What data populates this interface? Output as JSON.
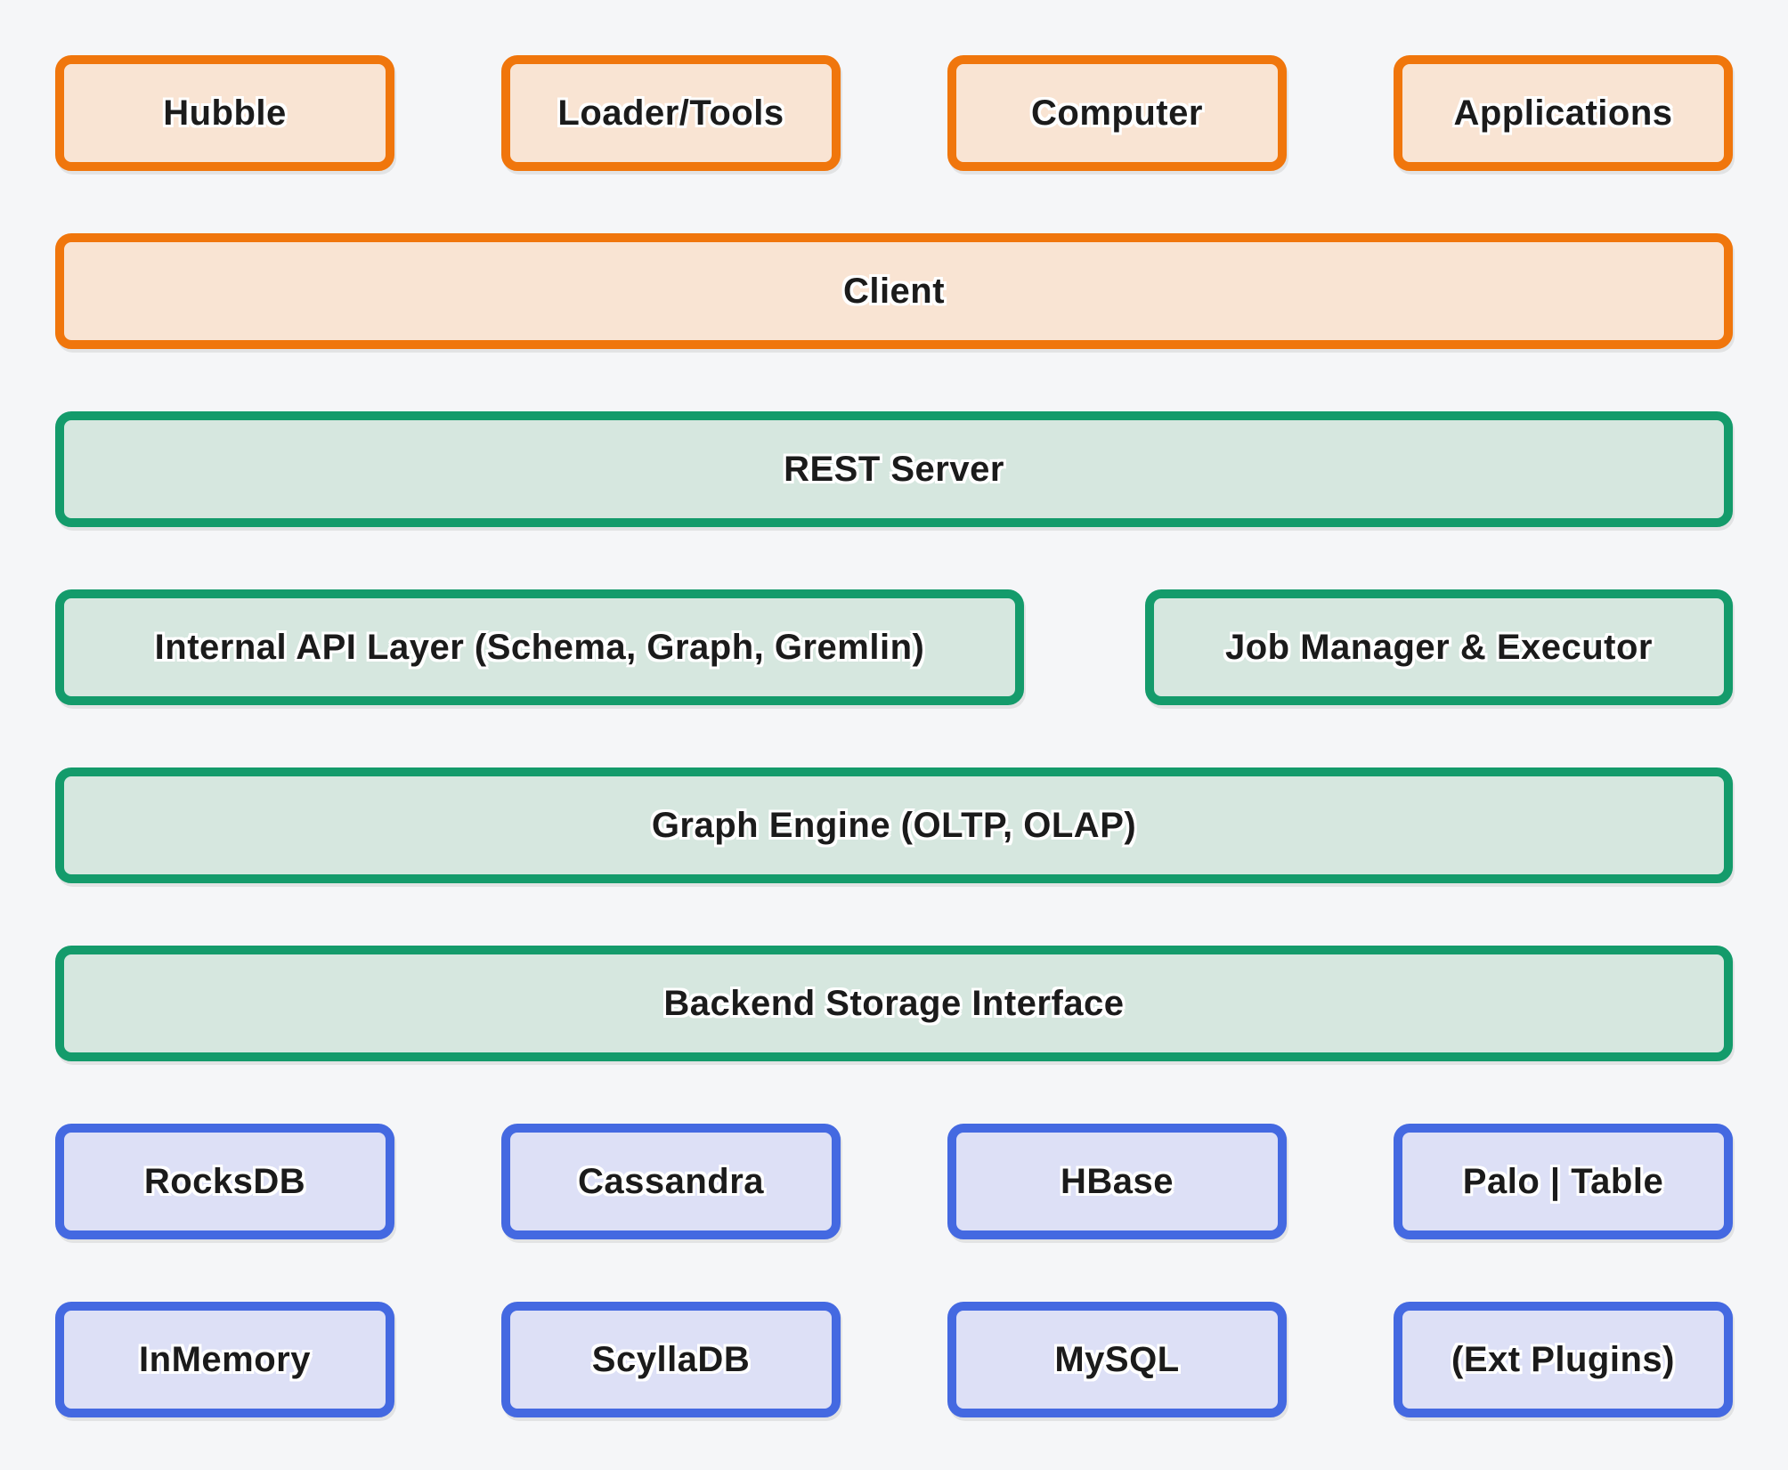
{
  "colors": {
    "background": "#F5F6F8",
    "text": "#1B1B1B",
    "orange_border": "#F0760C",
    "orange_fill": "#F9E4D3",
    "green_border": "#149B6B",
    "green_fill": "#D6E7DF",
    "blue_border": "#4469E1",
    "blue_fill": "#DDE0F6"
  },
  "layers": {
    "hubble": "Hubble",
    "loader_tools": "Loader/Tools",
    "computer": "Computer",
    "applications": "Applications",
    "client": "Client",
    "rest_server": "REST Server",
    "internal_api": "Internal API Layer (Schema, Graph, Gremlin)",
    "job_manager": "Job Manager & Executor",
    "graph_engine": "Graph Engine (OLTP, OLAP)",
    "backend_storage": "Backend Storage Interface",
    "rocksdb": "RocksDB",
    "cassandra": "Cassandra",
    "hbase": "HBase",
    "palo_table": "Palo | Table",
    "inmemory": "InMemory",
    "scylladb": "ScyllaDB",
    "mysql": "MySQL",
    "ext_plugins": "(Ext Plugins)"
  }
}
